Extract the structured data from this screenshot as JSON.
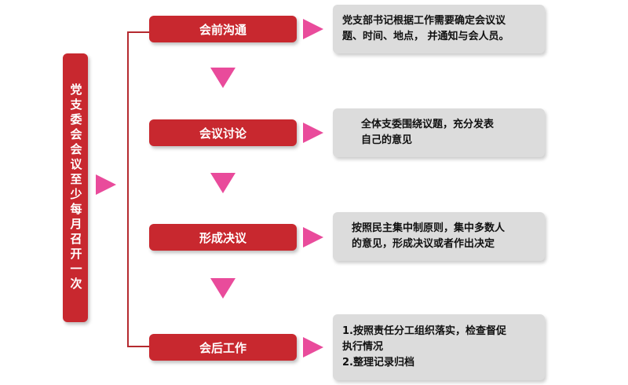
{
  "root": {
    "label": "党支委会会议至少每月召开一次",
    "color": "#c8282f"
  },
  "arrow_color": "#e94b9b",
  "steps": [
    {
      "label": "会前沟通",
      "description": [
        "党支部书记根据工作需要确定会议议",
        "题、时间、地点， 并通知与会人员。"
      ]
    },
    {
      "label": "会议讨论",
      "description": [
        "全体支委围绕议题，充分发表",
        "自己的意见"
      ]
    },
    {
      "label": "形成决议",
      "description": [
        "按照民主集中制原则，集中多数人",
        "的意见，形成决议或者作出决定"
      ]
    },
    {
      "label": "会后工作",
      "description": [
        "1.按照责任分工组织落实，检查督促",
        "执行情况",
        "2.整理记录归档"
      ]
    }
  ]
}
